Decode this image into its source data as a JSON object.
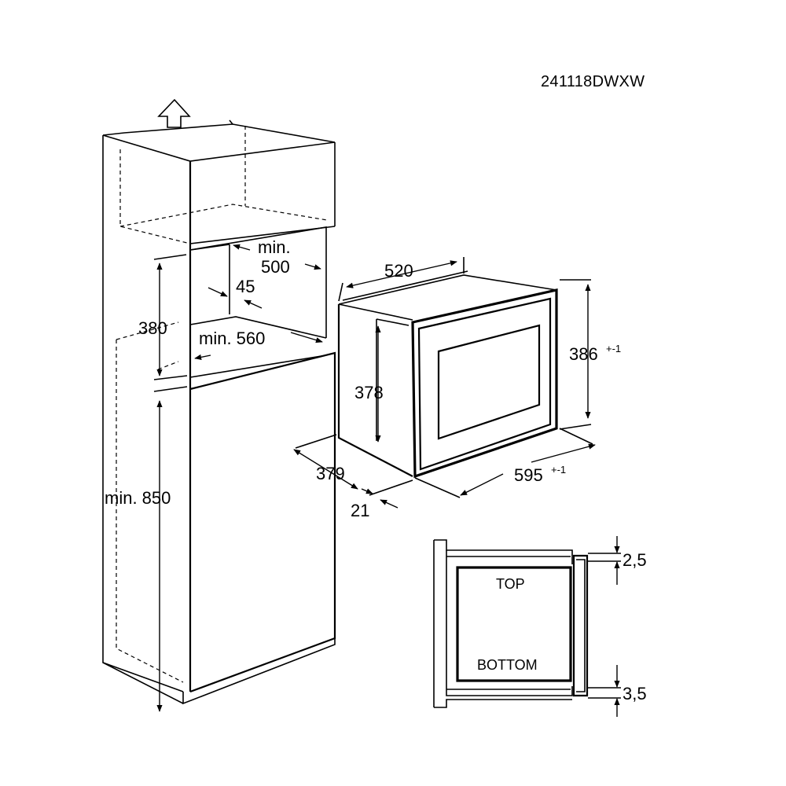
{
  "header": {
    "model_code": "241118DWXW"
  },
  "cabinet": {
    "dim_min_label": "min.",
    "dim_depth_value": "500",
    "dim_vent_gap": "45",
    "dim_niche_height": "380",
    "dim_niche_width": "min. 560",
    "dim_floor_height": "min. 850"
  },
  "oven": {
    "dim_depth": "520",
    "dim_body_height": "378",
    "dim_front_height": "386",
    "dim_front_height_tol": "+-1",
    "dim_body_width": "379",
    "dim_front_width": "595",
    "dim_front_width_tol": "+-1",
    "dim_front_thickness": "21"
  },
  "section": {
    "label_top": "TOP",
    "label_bottom": "BOTTOM",
    "gap_top": "2,5",
    "gap_bottom": "3,5"
  },
  "icons": {
    "airflow": "arrow-up-outline-icon"
  }
}
